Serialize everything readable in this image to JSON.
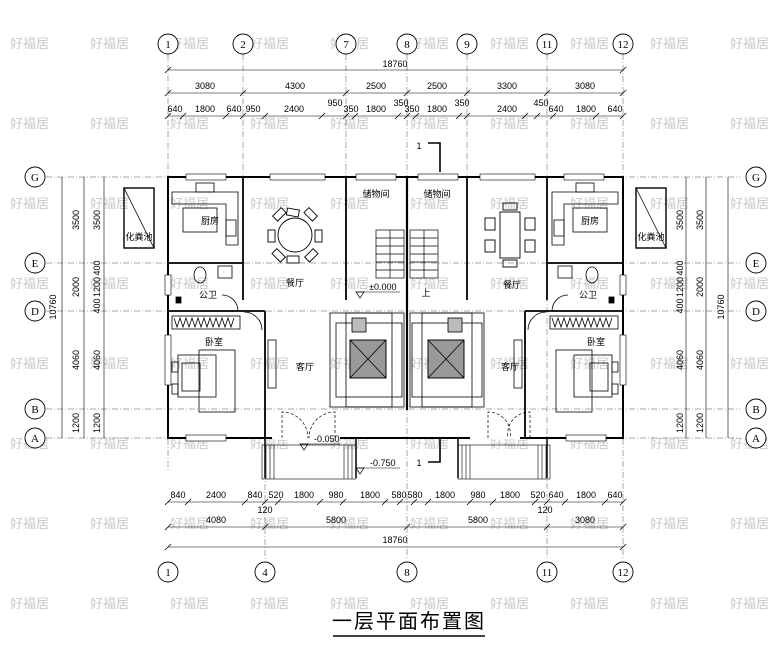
{
  "drawing": {
    "title": "一层平面布置图",
    "watermark": "好福居"
  },
  "grid": {
    "vertical_top": [
      "1",
      "2",
      "7",
      "8",
      "9",
      "11",
      "12"
    ],
    "vertical_bottom": [
      "1",
      "4",
      "8",
      "11",
      "12"
    ],
    "horizontal_left": [
      "G",
      "E",
      "D",
      "B",
      "A"
    ],
    "horizontal_right": [
      "G",
      "E",
      "D",
      "B",
      "A"
    ]
  },
  "dimensions": {
    "top_total": "18760",
    "top_row1": [
      "3080",
      "4300",
      "2500",
      "2500",
      "3300",
      "3080"
    ],
    "top_row2": [
      "640",
      "1800",
      "640",
      "950",
      "2400",
      "950",
      "350",
      "1800",
      "350",
      "350",
      "1800",
      "350",
      "2400",
      "450",
      "640",
      "1800",
      "640"
    ],
    "bottom_row1": [
      "840",
      "2400",
      "840",
      "520",
      "1800",
      "980",
      "1800",
      "580",
      "580",
      "1800",
      "980",
      "1800",
      "520",
      "640",
      "1800",
      "640"
    ],
    "bottom_row1_sub": [
      "120",
      "120"
    ],
    "bottom_row2": [
      "4080",
      "5800",
      "5800",
      "3080"
    ],
    "bottom_total": "18760",
    "left_outer": [
      "3500",
      "2000",
      "4060",
      "1200"
    ],
    "left_inner": [
      "3500",
      "400",
      "1200",
      "400",
      "4060",
      "1200"
    ],
    "left_total": "10760",
    "right_outer": [
      "3500",
      "2000",
      "4060",
      "1200"
    ],
    "right_inner": [
      "3500",
      "400",
      "1200",
      "400",
      "4060",
      "1200"
    ],
    "right_total": "10760"
  },
  "rooms": {
    "kitchen_left": "厨房",
    "kitchen_right": "厨房",
    "septic_left": "化粪池",
    "septic_right": "化粪池",
    "dining_left": "餐厅",
    "dining_right": "餐厅",
    "storage_left": "储物间",
    "storage_right": "储物间",
    "bath_left": "公卫",
    "bath_right": "公卫",
    "bedroom_left": "卧室",
    "bedroom_right": "卧室",
    "living_left": "客厅",
    "living_right": "客厅",
    "stair_up": "上"
  },
  "levels": {
    "floor": "±0.000",
    "porch": "-0.050",
    "ground": "-0.750"
  },
  "section": {
    "top": "1",
    "bottom": "1"
  }
}
